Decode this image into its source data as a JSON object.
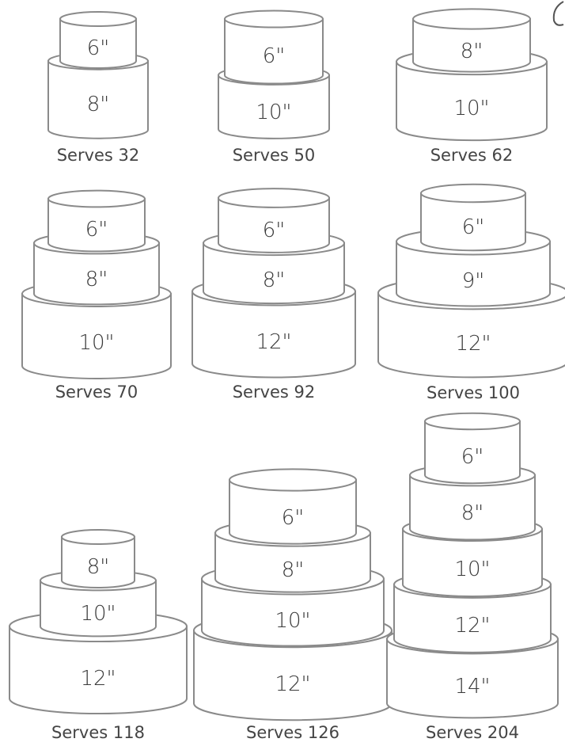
{
  "diagram": {
    "cakes": [
      {
        "serves": "Serves 32",
        "tiers": [
          "6\"",
          "8\""
        ]
      },
      {
        "serves": "Serves 50",
        "tiers": [
          "6\"",
          "10\""
        ]
      },
      {
        "serves": "Serves 62",
        "tiers": [
          "8\"",
          "10\""
        ]
      },
      {
        "serves": "Serves 70",
        "tiers": [
          "6\"",
          "8\"",
          "10\""
        ]
      },
      {
        "serves": "Serves 92",
        "tiers": [
          "6\"",
          "8\"",
          "12\""
        ]
      },
      {
        "serves": "Serves 100",
        "tiers": [
          "6\"",
          "9\"",
          "12\""
        ]
      },
      {
        "serves": "Serves 118",
        "tiers": [
          "8\"",
          "10\"",
          "12\""
        ]
      },
      {
        "serves": "Serves 126",
        "tiers": [
          "6\"",
          "8\"",
          "10\"",
          "12\""
        ]
      },
      {
        "serves": "Serves 204",
        "tiers": [
          "6\"",
          "8\"",
          "10\"",
          "12\"",
          "14\""
        ]
      }
    ]
  }
}
